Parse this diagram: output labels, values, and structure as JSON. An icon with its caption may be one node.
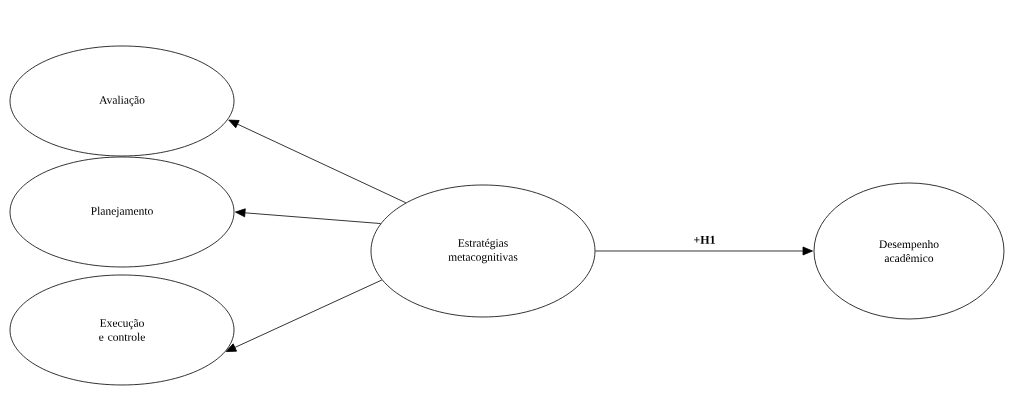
{
  "diagram": {
    "nodes": [
      {
        "text": [
          "Avaliação"
        ]
      },
      {
        "text": [
          "Planejamento"
        ]
      },
      {
        "text": [
          "Execução e controle"
        ]
      },
      {
        "text": [
          "Estratégias metacognitivas"
        ]
      },
      {
        "text": [
          "Desempenho acadêmico"
        ]
      }
    ],
    "edges": [
      {
        "from": 3,
        "to": 0,
        "arrow": "to"
      },
      {
        "from": 3,
        "to": 1,
        "arrow": "to"
      },
      {
        "from": 3,
        "to": 2,
        "arrow": "to"
      },
      {
        "from": 3,
        "to": 4,
        "arrow": "to",
        "label": "+H1"
      }
    ]
  }
}
